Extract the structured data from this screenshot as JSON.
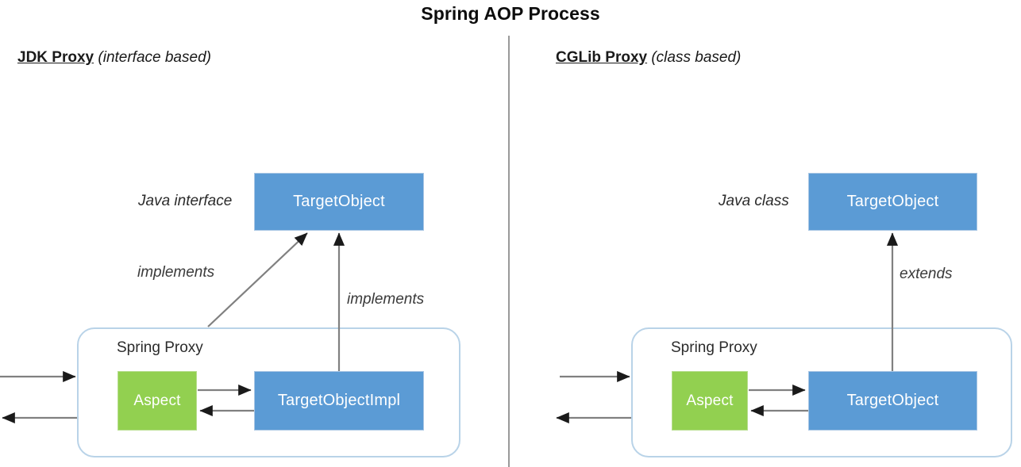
{
  "diagram": {
    "title": "Spring AOP Process",
    "divider": {
      "name": "vertical-divider"
    },
    "panels": [
      {
        "id": "jdk",
        "header_strong": "JDK Proxy",
        "header_sub": "(interface based)",
        "type_annotation": "Java interface",
        "top_box_label": "TargetObject",
        "proxy_label": "Spring Proxy",
        "aspect_label": "Aspect",
        "inner_box_label": "TargetObjectImpl",
        "relation_labels": [
          "implements",
          "implements"
        ]
      },
      {
        "id": "cglib",
        "header_strong": "CGLib Proxy",
        "header_sub": "(class based)",
        "type_annotation": "Java class",
        "top_box_label": "TargetObject",
        "proxy_label": "Spring Proxy",
        "aspect_label": "Aspect",
        "inner_box_label": "TargetObject",
        "relation_labels": [
          "extends"
        ]
      }
    ],
    "colors": {
      "box_blue": "#5B9BD5",
      "box_green": "#92D050",
      "proxy_border": "#B9D3E8",
      "arrow": "#808080",
      "divider": "#9A9A9A",
      "text_dark": "#1A1A1A",
      "text_on_box": "#FFFFFF"
    }
  }
}
